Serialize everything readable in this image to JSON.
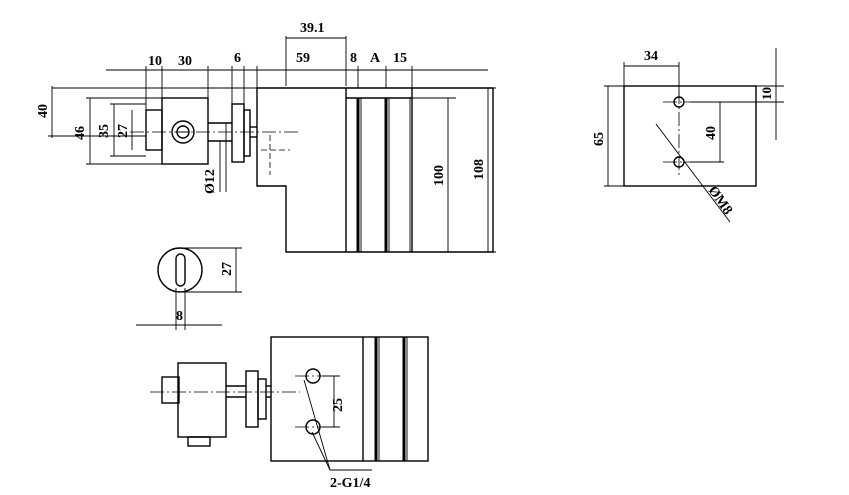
{
  "front_view": {
    "d_39_1": "39.1",
    "d_10": "10",
    "d_30": "30",
    "d_6": "6",
    "d_59": "59",
    "d_8": "8",
    "d_A": "A",
    "d_15": "15",
    "d_40": "40",
    "d_46": "46",
    "d_35": "35",
    "d_27": "27",
    "d_phi12": "Ø12",
    "d_100": "100",
    "d_108": "108"
  },
  "side_view": {
    "d_34": "34",
    "d_10": "10",
    "d_65": "65",
    "d_40": "40",
    "d_M8": "ØM8"
  },
  "knob_detail": {
    "d_27": "27",
    "d_8": "8"
  },
  "top_view": {
    "d_25": "25",
    "port_label": "2-G1/4"
  }
}
